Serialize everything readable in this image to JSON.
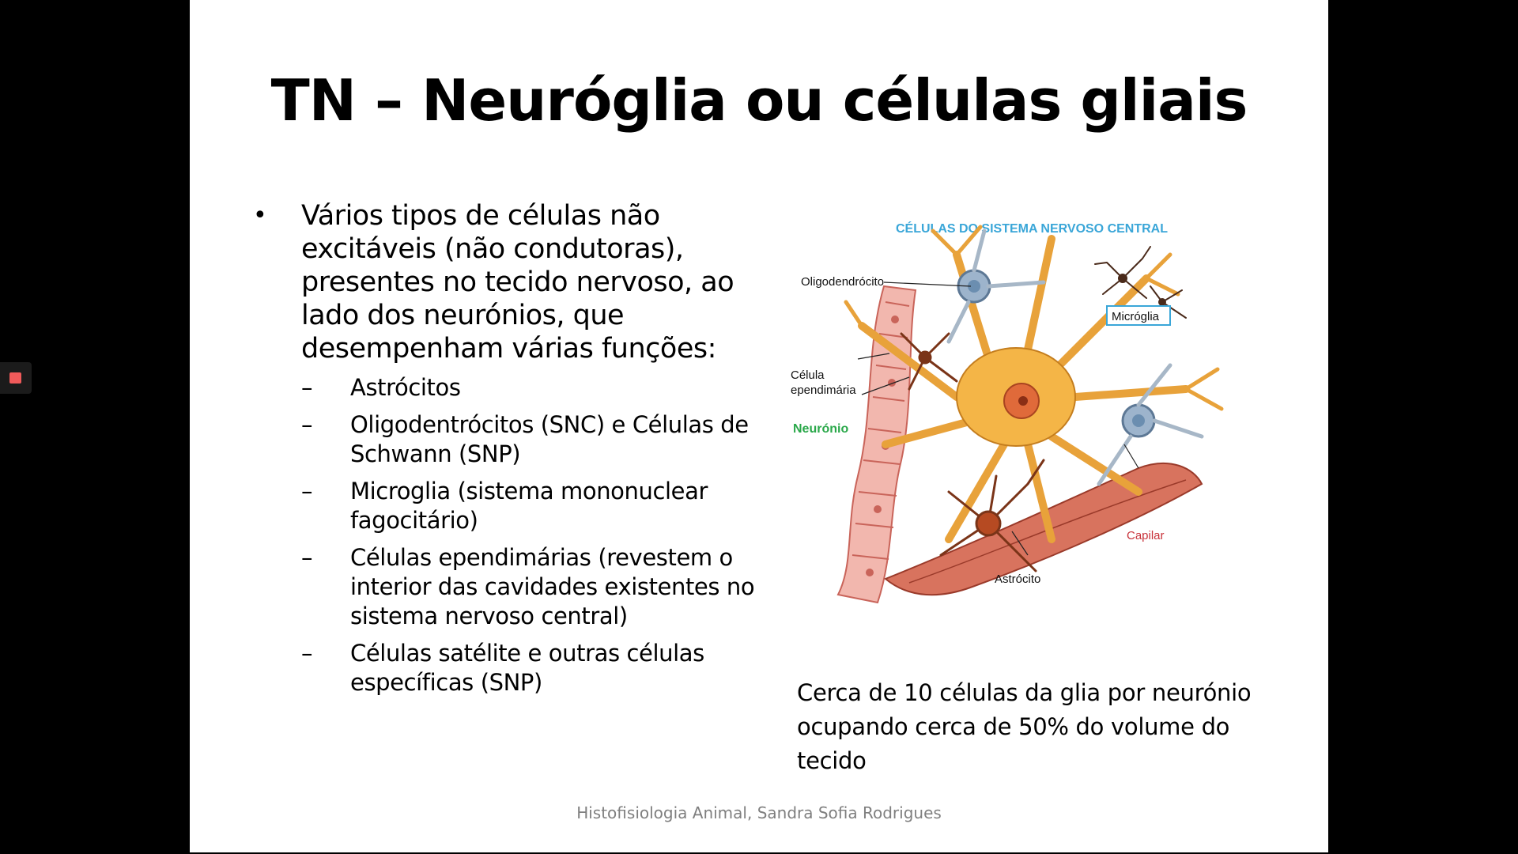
{
  "slide": {
    "title": "TN – Neuróglia ou células gliais",
    "bullet": {
      "mark": "•",
      "text": "Vários tipos de células não excitáveis (não condutoras), presentes no tecido nervoso, ao lado dos neurónios, que desempenham várias funções:",
      "sub_items": [
        {
          "dash": "–",
          "text": "Astrócitos"
        },
        {
          "dash": "–",
          "text": "Oligodentrócitos (SNC) e Células de Schwann (SNP)"
        },
        {
          "dash": "–",
          "text": "Microglia (sistema mononuclear fagocitário)"
        },
        {
          "dash": "–",
          "text": "Células ependimárias (revestem o interior das cavidades existentes no sistema nervoso central)"
        },
        {
          "dash": "–",
          "text": "Células satélite e outras células específicas (SNP)"
        }
      ]
    },
    "figure": {
      "title": "CÉLULAS DO SISTEMA NERVOSO CENTRAL",
      "labels": {
        "oligodendrocito": "Oligodendrócito",
        "microglia": "Micróglia",
        "celula_ependimaria_1": "Célula",
        "celula_ependimaria_2": "ependimária",
        "neuronio": "Neurónio",
        "capilar": "Capilar",
        "astrocito": "Astrócito"
      },
      "colors": {
        "title": "#3aa6d8",
        "neuronio": "#2aa84a",
        "capilar": "#c8323a"
      }
    },
    "caption": "Cerca de 10 células da glia por neurónio ocupando cerca de 50% do volume do tecido",
    "footer": "Histofisiologia Animal, Sandra Sofia Rodrigues"
  }
}
